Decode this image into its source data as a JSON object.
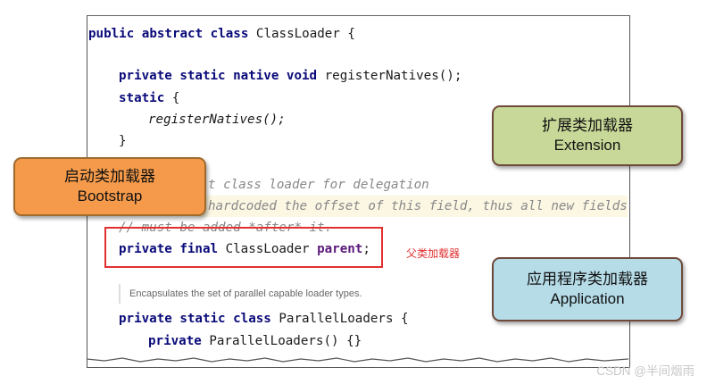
{
  "code": {
    "line1_kw": "public abstract class",
    "line1_rest": " ClassLoader {",
    "line2_kw": "private static native void",
    "line2_rest": " registerNatives();",
    "line3_kw": "static",
    "line3_rest": " {",
    "line4": "registerNatives();",
    "line5": "}",
    "cmt1": "// The parent class loader for delegation",
    "cmt1_visible": "t class loader for delegation",
    "cmt2_visible": "hardcoded the offset of this field, thus all new fields",
    "cmt3": "// must be added *after* it.",
    "parent_kw": "private final",
    "parent_type": " ClassLoader ",
    "parent_name": "parent",
    "parent_end": ";",
    "doc_comment": "Encapsulates the set of parallel capable loader types.",
    "pl_kw": "private static class",
    "pl_rest": " ParallelLoaders {",
    "ctor_kw": "private",
    "ctor_rest": " ParallelLoaders() {}"
  },
  "annotations": {
    "parent_label": "父类加载器",
    "bootstrap": {
      "zh": "启动类加载器",
      "en": "Bootstrap"
    },
    "extension": {
      "zh": "扩展类加载器",
      "en": "Extension"
    },
    "application": {
      "zh": "应用程序类加载器",
      "en": "Application"
    }
  },
  "watermark": "CSDN @半间烟雨",
  "colors": {
    "bootstrap": "#f59a4a",
    "extension": "#c8d898",
    "application": "#b6dce8",
    "highlight": "#e23030"
  }
}
